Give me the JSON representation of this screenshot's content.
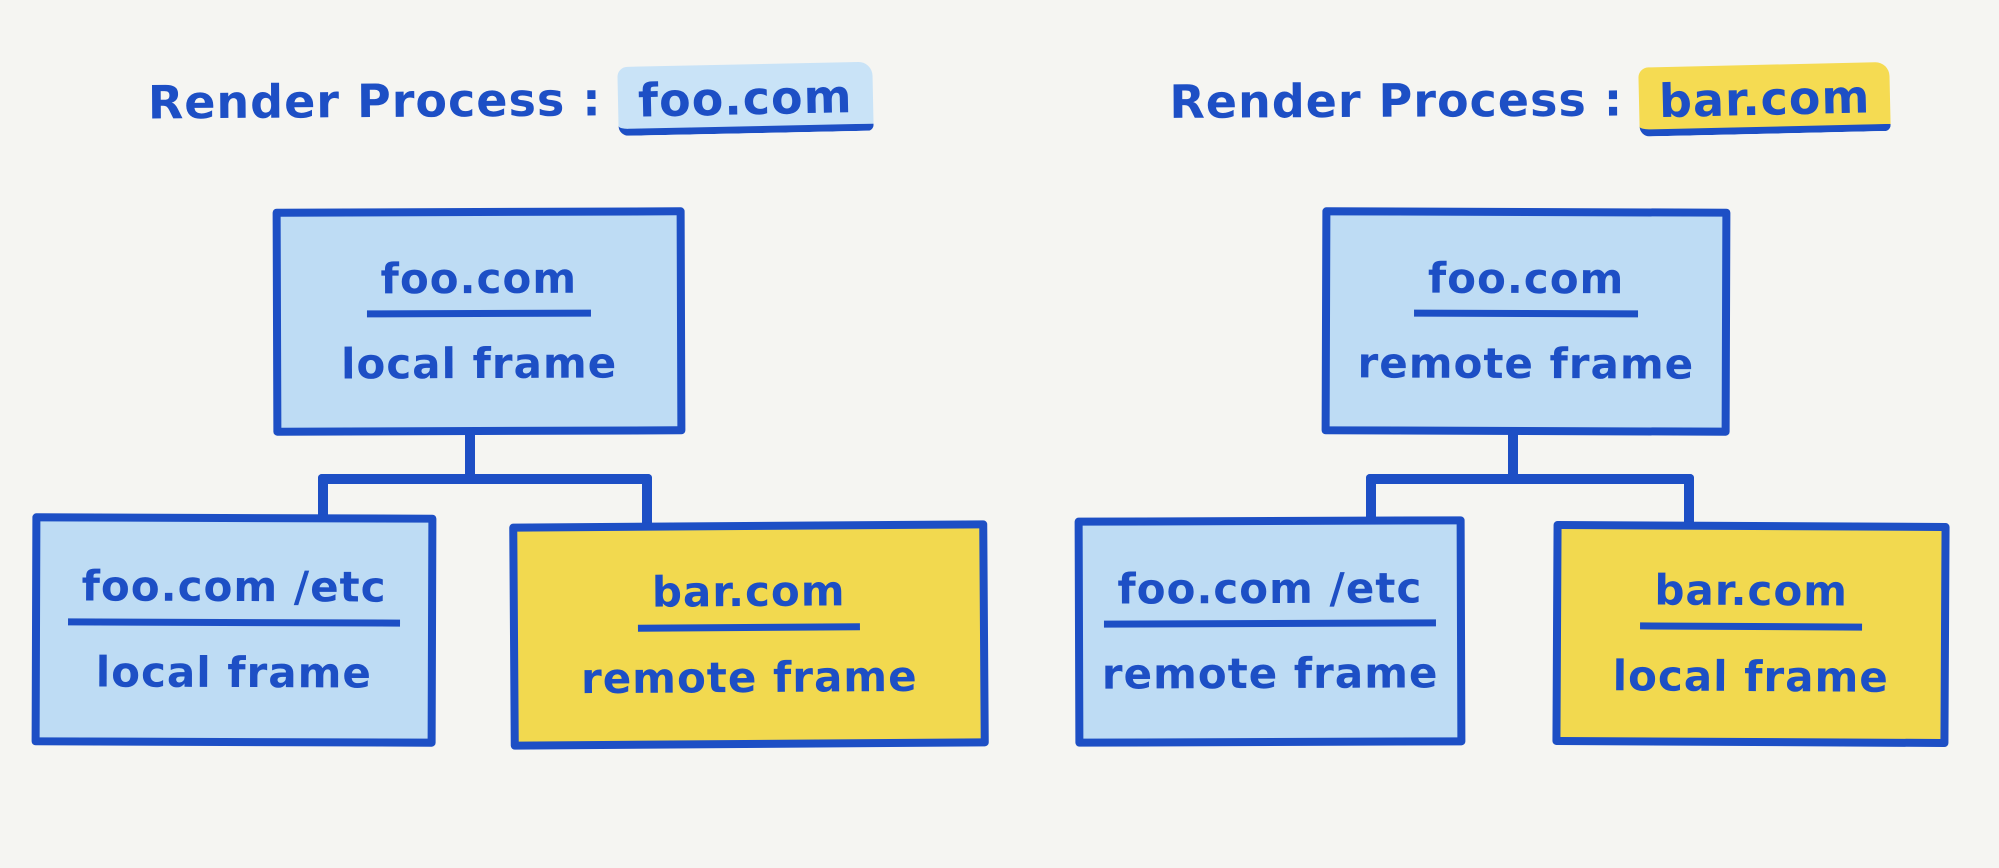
{
  "colors": {
    "ink": "#1d4fc5",
    "blue_fill": "#bedcf4",
    "yellow_fill": "#f2d94f",
    "blue_highlight": "#c9e3f7",
    "yellow_highlight": "#f5db52",
    "background": "#f5f5f2"
  },
  "left": {
    "title_prefix": "Render Process :",
    "title_domain": "foo.com",
    "root": {
      "domain": "foo.com",
      "frame_type": "local frame"
    },
    "children": [
      {
        "domain": "foo.com /etc",
        "frame_type": "local frame"
      },
      {
        "domain": "bar.com",
        "frame_type": "remote frame"
      }
    ]
  },
  "right": {
    "title_prefix": "Render Process :",
    "title_domain": "bar.com",
    "root": {
      "domain": "foo.com",
      "frame_type": "remote frame"
    },
    "children": [
      {
        "domain": "foo.com /etc",
        "frame_type": "remote frame"
      },
      {
        "domain": "bar.com",
        "frame_type": "local frame"
      }
    ]
  }
}
